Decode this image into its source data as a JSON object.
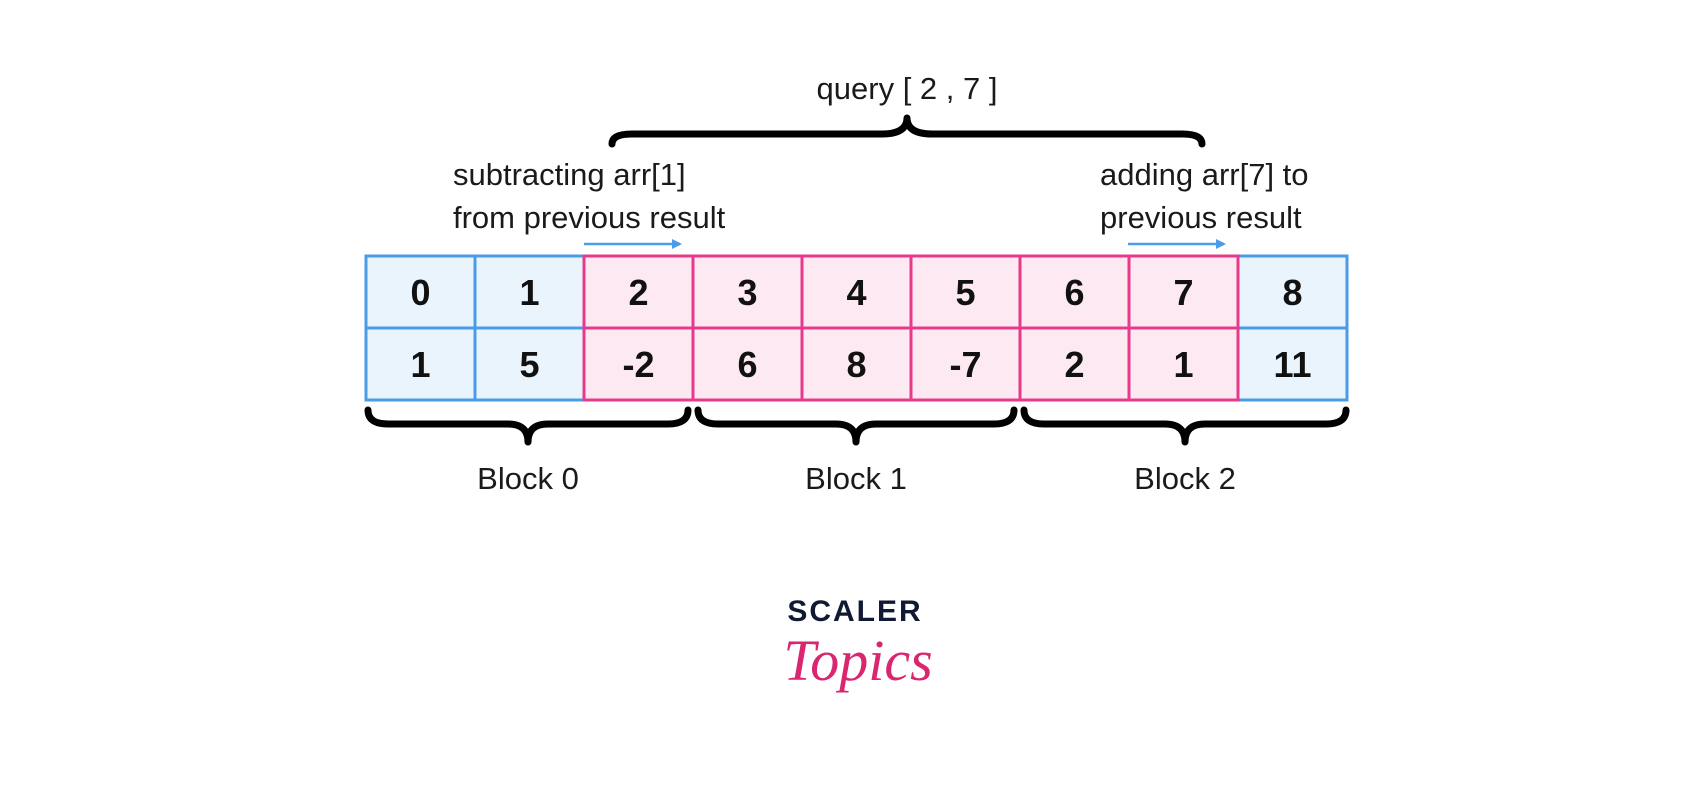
{
  "query_label": "query [ 2 , 7 ]",
  "left_note": [
    "subtracting arr[1]",
    "from previous result"
  ],
  "right_note": [
    "adding arr[7] to",
    "previous result"
  ],
  "indices": [
    "0",
    "1",
    "2",
    "3",
    "4",
    "5",
    "6",
    "7",
    "8"
  ],
  "values": [
    "1",
    "5",
    "-2",
    "6",
    "8",
    "-7",
    "2",
    "1",
    "11"
  ],
  "query_range": [
    2,
    7
  ],
  "blocks": [
    "Block 0",
    "Block 1",
    "Block 2"
  ],
  "colors": {
    "outside_border": "#4a9be8",
    "outside_fill": "#eaf4fd",
    "inside_border": "#e83a8a",
    "inside_fill": "#fde9f1",
    "arrow": "#4a9be8",
    "logo_dark": "#111a33",
    "logo_pink": "#d9266f"
  },
  "logo": {
    "top": "SCALER",
    "bottom": "Topics"
  }
}
